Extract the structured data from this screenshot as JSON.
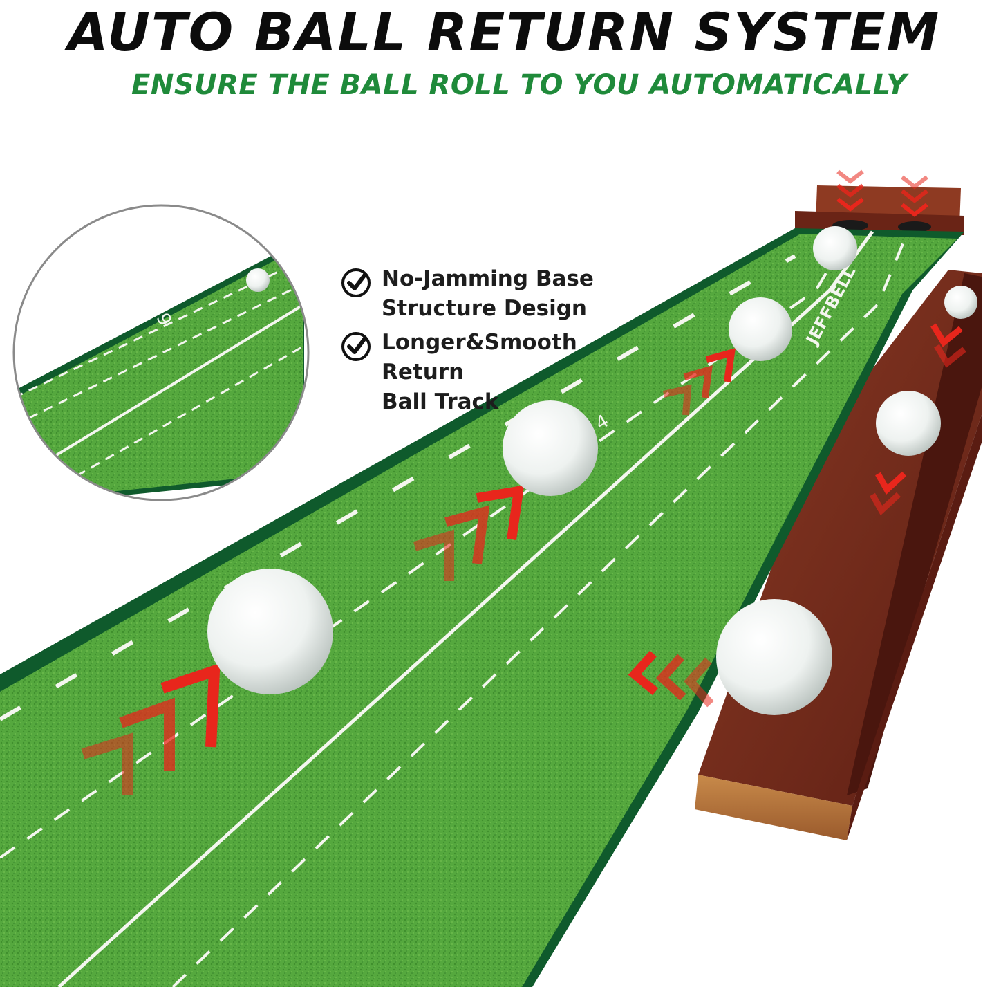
{
  "headline": "AUTO BALL RETURN SYSTEM",
  "subheadline": "ENSURE THE BALL ROLL TO YOU AUTOMATICALLY",
  "features": [
    {
      "icon": "check-circle-icon",
      "text_line1": "No-Jamming Base",
      "text_line2": "Structure Design"
    },
    {
      "icon": "check-circle-icon",
      "text_line1": "Longer&Smooth Return",
      "text_line2": "Ball Track"
    }
  ],
  "mat_brand": "JEFFBELL",
  "inset_distance_marker": "6",
  "mat_distance_marker": "4",
  "colors": {
    "headline": "#0c0c0c",
    "subheadline": "#1f8a3a",
    "turf": "#4fa43a",
    "mat_border": "#0f5a2c",
    "wood": "#7a2c1c",
    "arrows": "#e8261c"
  }
}
